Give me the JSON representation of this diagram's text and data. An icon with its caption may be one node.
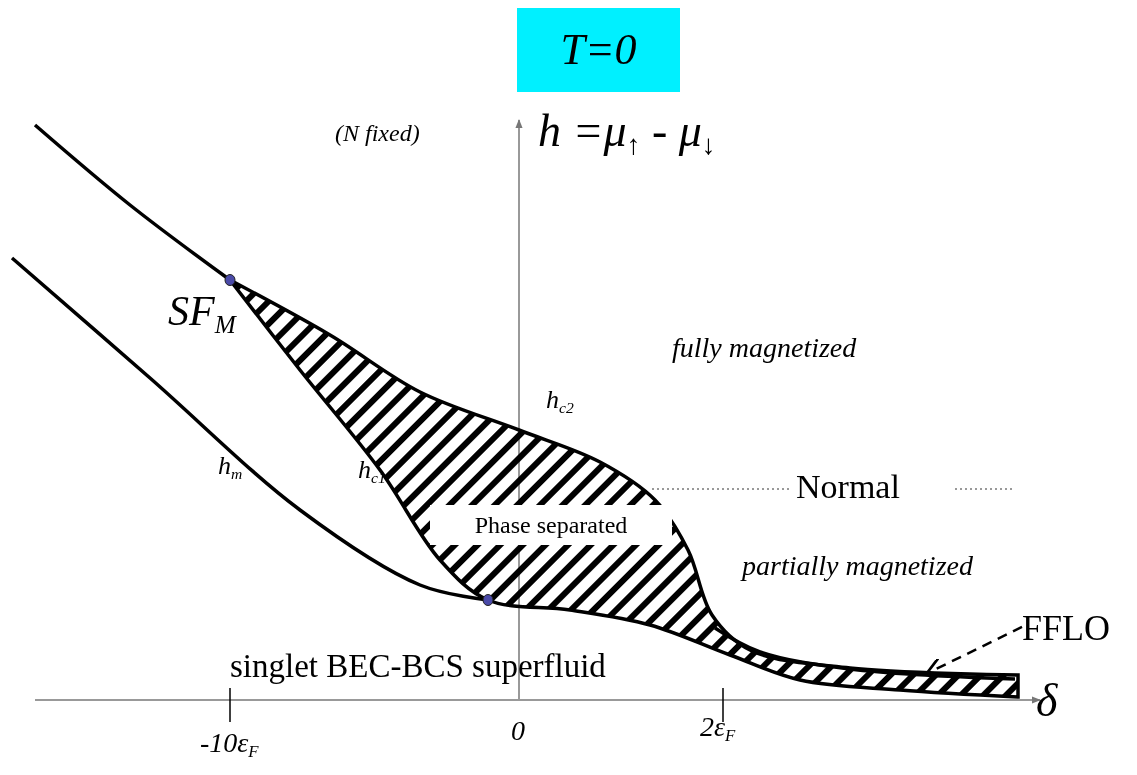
{
  "diagram": {
    "nodes": [
      {
        "text": [
          "T=0"
        ]
      },
      {
        "text": [
          "Phase separated"
        ]
      },
      {
        "text": [
          "FFLO"
        ]
      },
      {
        "text": [],
        "shape": "line"
      }
    ],
    "edges": [
      {
        "from": 2,
        "to": 3,
        "arrow": "to",
        "style": "dashed"
      }
    ],
    "labels": [
      "(N fixed)",
      "h =μ$_{↑}$ - μ$_{↓}$",
      "SF$_{M}$",
      "fully magnetized",
      "h$_{c2}$",
      "h$_{m}$",
      "h$_{c1}$",
      "Normal",
      "partially magnetized",
      "singlet BEC-BCS superfluid",
      "δ",
      "-10ε$_{F}$",
      "0",
      "2ε$_{F}$"
    ]
  }
}
